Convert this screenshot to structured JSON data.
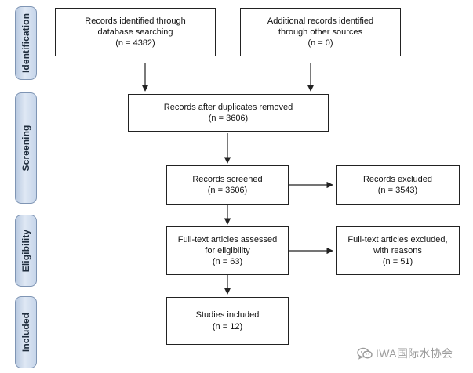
{
  "phases": {
    "identification": "Identification",
    "screening": "Screening",
    "eligibility": "Eligibility",
    "included": "Included"
  },
  "boxes": {
    "database_search": {
      "line1": "Records identified through",
      "line2": "database searching",
      "line3": "(n = 4382)"
    },
    "other_sources": {
      "line1": "Additional records identified",
      "line2": "through other sources",
      "line3": "(n = 0)"
    },
    "after_duplicates": {
      "line1": "Records after duplicates removed",
      "line2": "(n = 3606)"
    },
    "screened": {
      "line1": "Records screened",
      "line2": "(n = 3606)"
    },
    "excluded": {
      "line1": "Records excluded",
      "line2": "(n = 3543)"
    },
    "full_text_assessed": {
      "line1": "Full-text articles assessed",
      "line2": "for eligibility",
      "line3": "(n = 63)"
    },
    "full_text_excluded": {
      "line1": "Full-text articles excluded,",
      "line2": "with reasons",
      "line3": "(n = 51)"
    },
    "studies_included": {
      "line1": "Studies included",
      "line2": "(n = 12)"
    }
  },
  "watermark": {
    "text": "IWA国际水协会",
    "icon": "wechat-icon"
  },
  "colors": {
    "phase_fill": "#d3e0f0",
    "phase_border": "#7f95b4",
    "box_border": "#222222",
    "arrow": "#222222"
  }
}
